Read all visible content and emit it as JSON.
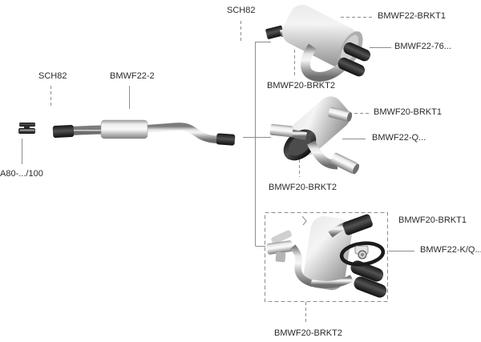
{
  "diagram": {
    "labels": {
      "sch82_top": "SCH82",
      "sch82_left": "SCH82",
      "center_pipe": "BMWF22-2",
      "clamp": "A80-.../100",
      "variant1": {
        "bracket1": "BMWF22-BRKT1",
        "tailpipe": "BMWF22-76...",
        "bracket2": "BMWF20-BRKT2"
      },
      "variant2": {
        "bracket1": "BMWF20-BRKT1",
        "tailpipe": "BMWF22-Q...",
        "bracket2": "BMWF20-BRKT2"
      },
      "variant3": {
        "bracket1": "BMWF20-BRKT1",
        "tailpipe_kit": "BMWF22-K/Q...",
        "bracket2": "BMWF20-BRKT2"
      }
    },
    "colors": {
      "background": "#ffffff",
      "text": "#2b2b2b",
      "connector": "#8d8d8d",
      "metal_light": "#f6f6f6",
      "metal_mid": "#b5b5b5",
      "metal_dark": "#6e6e6e",
      "tip_black": "#161616"
    }
  }
}
